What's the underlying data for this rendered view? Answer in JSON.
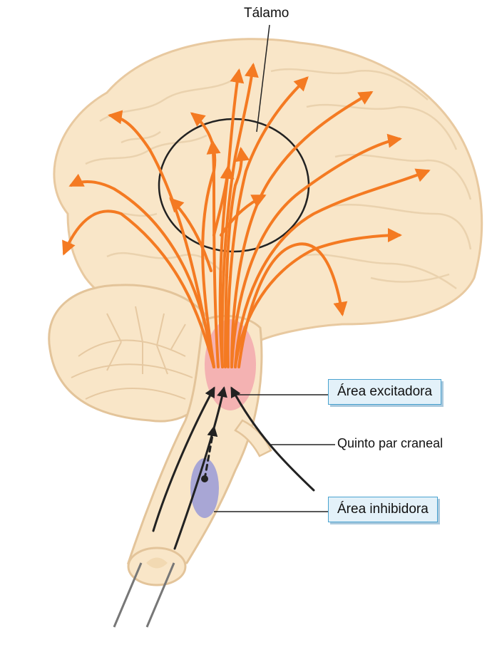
{
  "labels": {
    "talamo": "Tálamo",
    "area_excitadora": "Área excitadora",
    "quinto_par": "Quinto par craneal",
    "area_inhibidora": "Área inhibidora"
  },
  "colors": {
    "brain_fill": "#f9e6c8",
    "brain_stroke": "#e8c9a0",
    "arrow": "#f47a22",
    "excitatory_area": "#f3a8ae",
    "inhibitory_area": "#9f9fd6",
    "box_fill": "#e3f1f9",
    "box_border": "#4aa3d0"
  }
}
